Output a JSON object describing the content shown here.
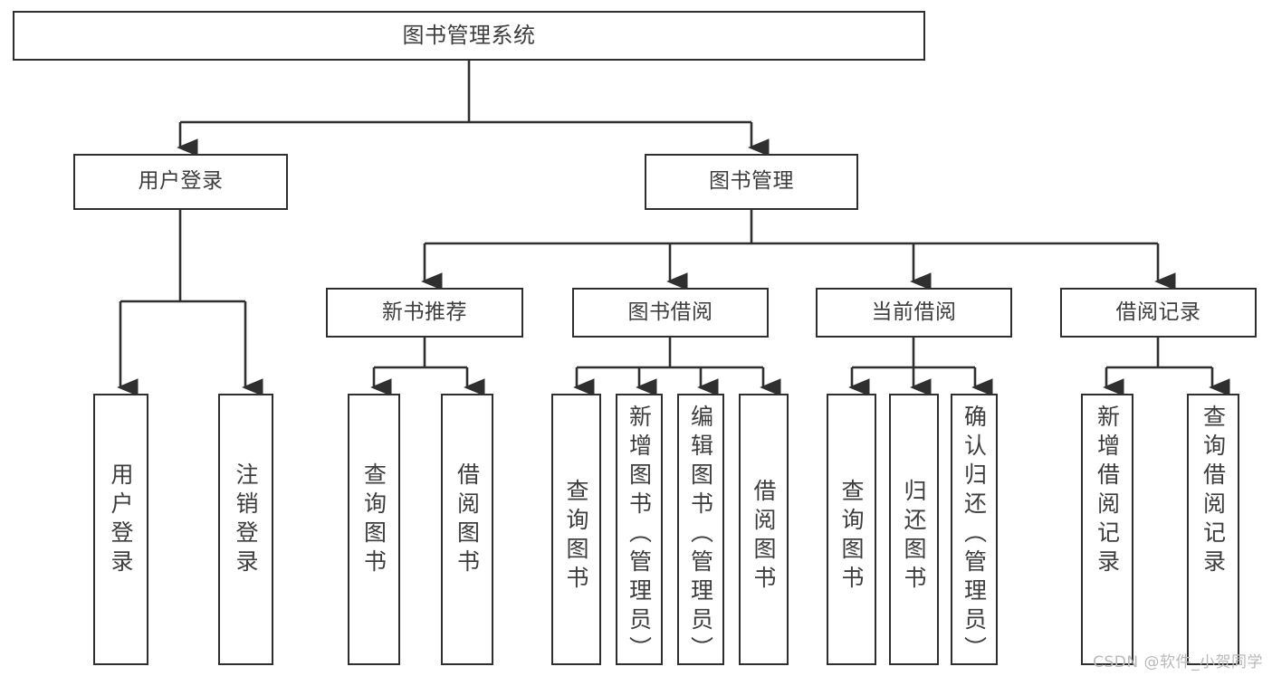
{
  "diagram": {
    "title": "图书管理系统",
    "watermark": "CSDN @软件_小贺同学",
    "line_color": "#2f2f2f",
    "text_color": "#3d3d3d",
    "background": "#ffffff",
    "nodes": {
      "root": "图书管理系统",
      "user_login": "用户登录",
      "book_manage": "图书管理",
      "new_book_rec": "新书推荐",
      "book_borrow": "图书借阅",
      "current_borrow": "当前借阅",
      "borrow_record": "借阅记录",
      "leaf_user_login": "用户登录",
      "leaf_logout": "注销登录",
      "leaf_rec_query": "查询图书",
      "leaf_rec_borrow": "借阅图书",
      "leaf_borrow_query": "查询图书",
      "leaf_borrow_add": "新增图书（管理员）",
      "leaf_borrow_edit": "编辑图书（管理员）",
      "leaf_borrow_do": "借阅图书",
      "leaf_cur_query": "查询图书",
      "leaf_cur_return": "归还图书",
      "leaf_cur_confirm": "确认归还（管理员）",
      "leaf_rec_add": "新增借阅记录",
      "leaf_rec_search": "查询借阅记录"
    }
  }
}
